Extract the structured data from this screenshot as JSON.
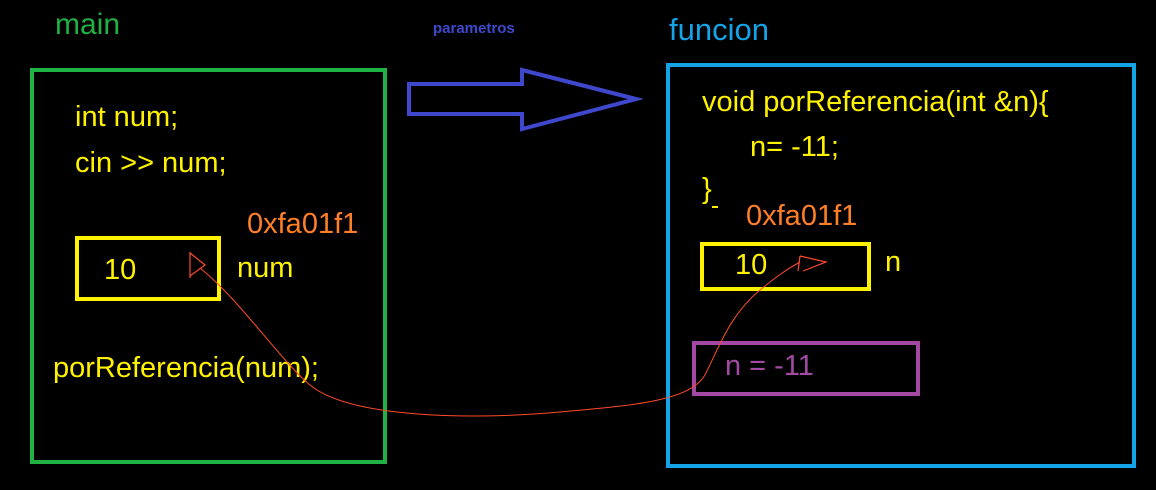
{
  "colors": {
    "background": "#000000",
    "main_green": "#1fb144",
    "func_blue": "#13a3e6",
    "code_yellow": "#fff200",
    "address_orange": "#ff7f27",
    "arrow_blue": "#3f48cc",
    "result_purple": "#a349a4",
    "reference_line": "#ff4a2a"
  },
  "labels": {
    "main": "main",
    "funcion": "funcion",
    "parametros": "parametros"
  },
  "main_block": {
    "line1": "int num;",
    "line2": "cin >> num;",
    "call": "porReferencia(num);",
    "variable": {
      "value": "10",
      "name": "num",
      "address": "0xfa01f1"
    }
  },
  "function_block": {
    "signature": "void porReferencia(int &n){",
    "body": "n= -11;",
    "closing": "}",
    "parameter": {
      "value": "10",
      "name": "n",
      "address": "0xfa01f1"
    },
    "result": "n = -11"
  },
  "icons": {
    "parameter_arrow": "right-arrow-icon"
  }
}
